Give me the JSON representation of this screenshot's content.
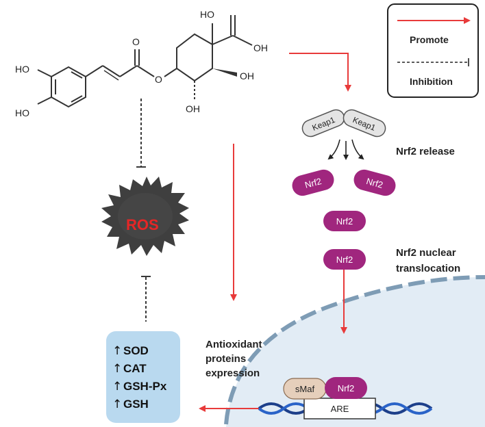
{
  "molecule": {
    "atoms": {
      "ho_top": "HO",
      "o_carbonyl": "O",
      "oh_acid": "OH",
      "ho_phenol1": "HO",
      "ho_phenol2": "HO",
      "o_ester": "O",
      "oh_right": "OH",
      "oh_bottom": "OH"
    }
  },
  "legend": {
    "promote_label": "Promote",
    "inhibition_label": "Inhibition",
    "colors": {
      "promote": "#e83a3a",
      "inhibition": "#222222"
    }
  },
  "ros": {
    "label": "ROS",
    "color": "#e62626"
  },
  "keap1": {
    "left_label": "Keap1",
    "right_label": "Keap1"
  },
  "nrf2": {
    "p1": "Nrf2",
    "p2": "Nrf2",
    "p3": "Nrf2",
    "p4": "Nrf2",
    "p5": "Nrf2",
    "color": "#a0267e"
  },
  "labels": {
    "release": "Nrf2 release",
    "translocation_line1": "Nrf2 nuclear",
    "translocation_line2": "translocation",
    "antioxidant_line1": "Antioxidant",
    "antioxidant_line2": "proteins",
    "antioxidant_line3": "expression"
  },
  "smaf": "sMaf",
  "are": "ARE",
  "enzymes": [
    {
      "arrow": "↑",
      "name": "SOD"
    },
    {
      "arrow": "↑",
      "name": "CAT"
    },
    {
      "arrow": "↑",
      "name": "GSH-Px"
    },
    {
      "arrow": "↑",
      "name": "GSH"
    }
  ],
  "icons": [
    "ros-cell-icon",
    "dna-icon",
    "nucleus-icon"
  ]
}
